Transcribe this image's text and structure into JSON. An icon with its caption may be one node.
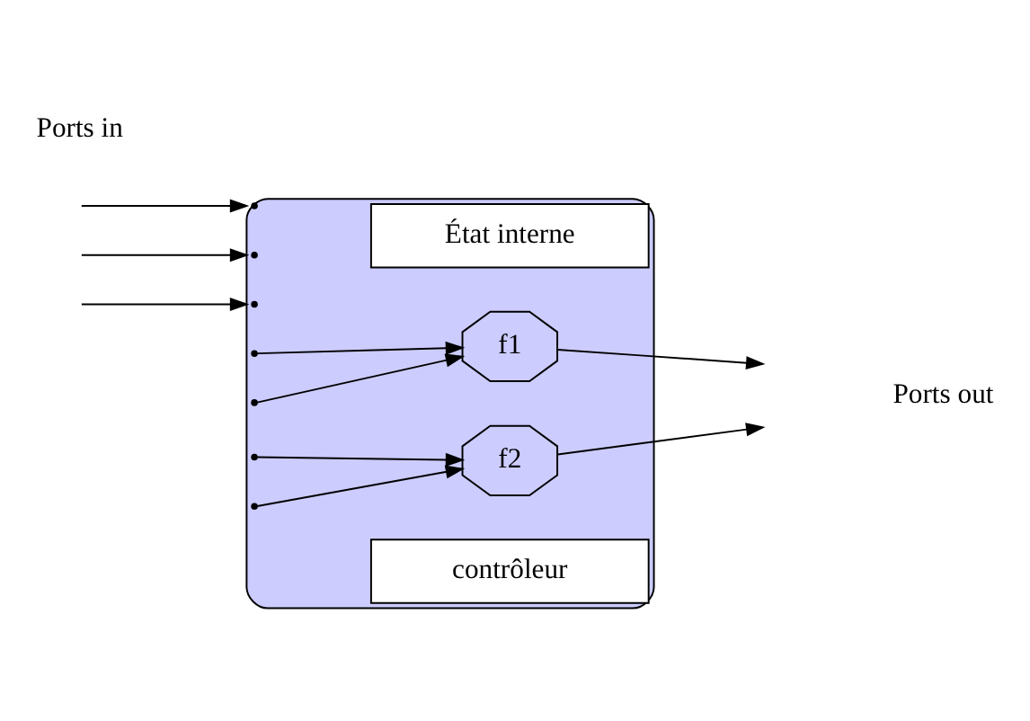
{
  "diagram": {
    "nodes": [
      {
        "text": [],
        "shape": "box"
      },
      {
        "text": [
          "État interne"
        ],
        "in": 0
      },
      {
        "text": [
          "f1"
        ],
        "in": 0
      },
      {
        "text": [
          "f2"
        ],
        "in": 0
      },
      {
        "text": [
          "contrôleur"
        ],
        "in": 0
      }
    ],
    "edges": [
      {
        "from": null,
        "to": 0,
        "arrow": "to"
      },
      {
        "from": null,
        "to": 0,
        "arrow": "to"
      },
      {
        "from": null,
        "to": 0,
        "arrow": "to"
      },
      {
        "from": 0,
        "to": 2,
        "arrow": "to"
      },
      {
        "from": 0,
        "to": 3,
        "arrow": "to"
      },
      {
        "from": 0,
        "to": 2,
        "arrow": "to"
      },
      {
        "from": 0,
        "to": 3,
        "arrow": "to"
      },
      {
        "from": 2,
        "to": null,
        "arrow": "to"
      },
      {
        "from": 3,
        "to": null,
        "arrow": "to"
      }
    ],
    "labels": [
      "Ports in",
      "Ports out"
    ]
  }
}
